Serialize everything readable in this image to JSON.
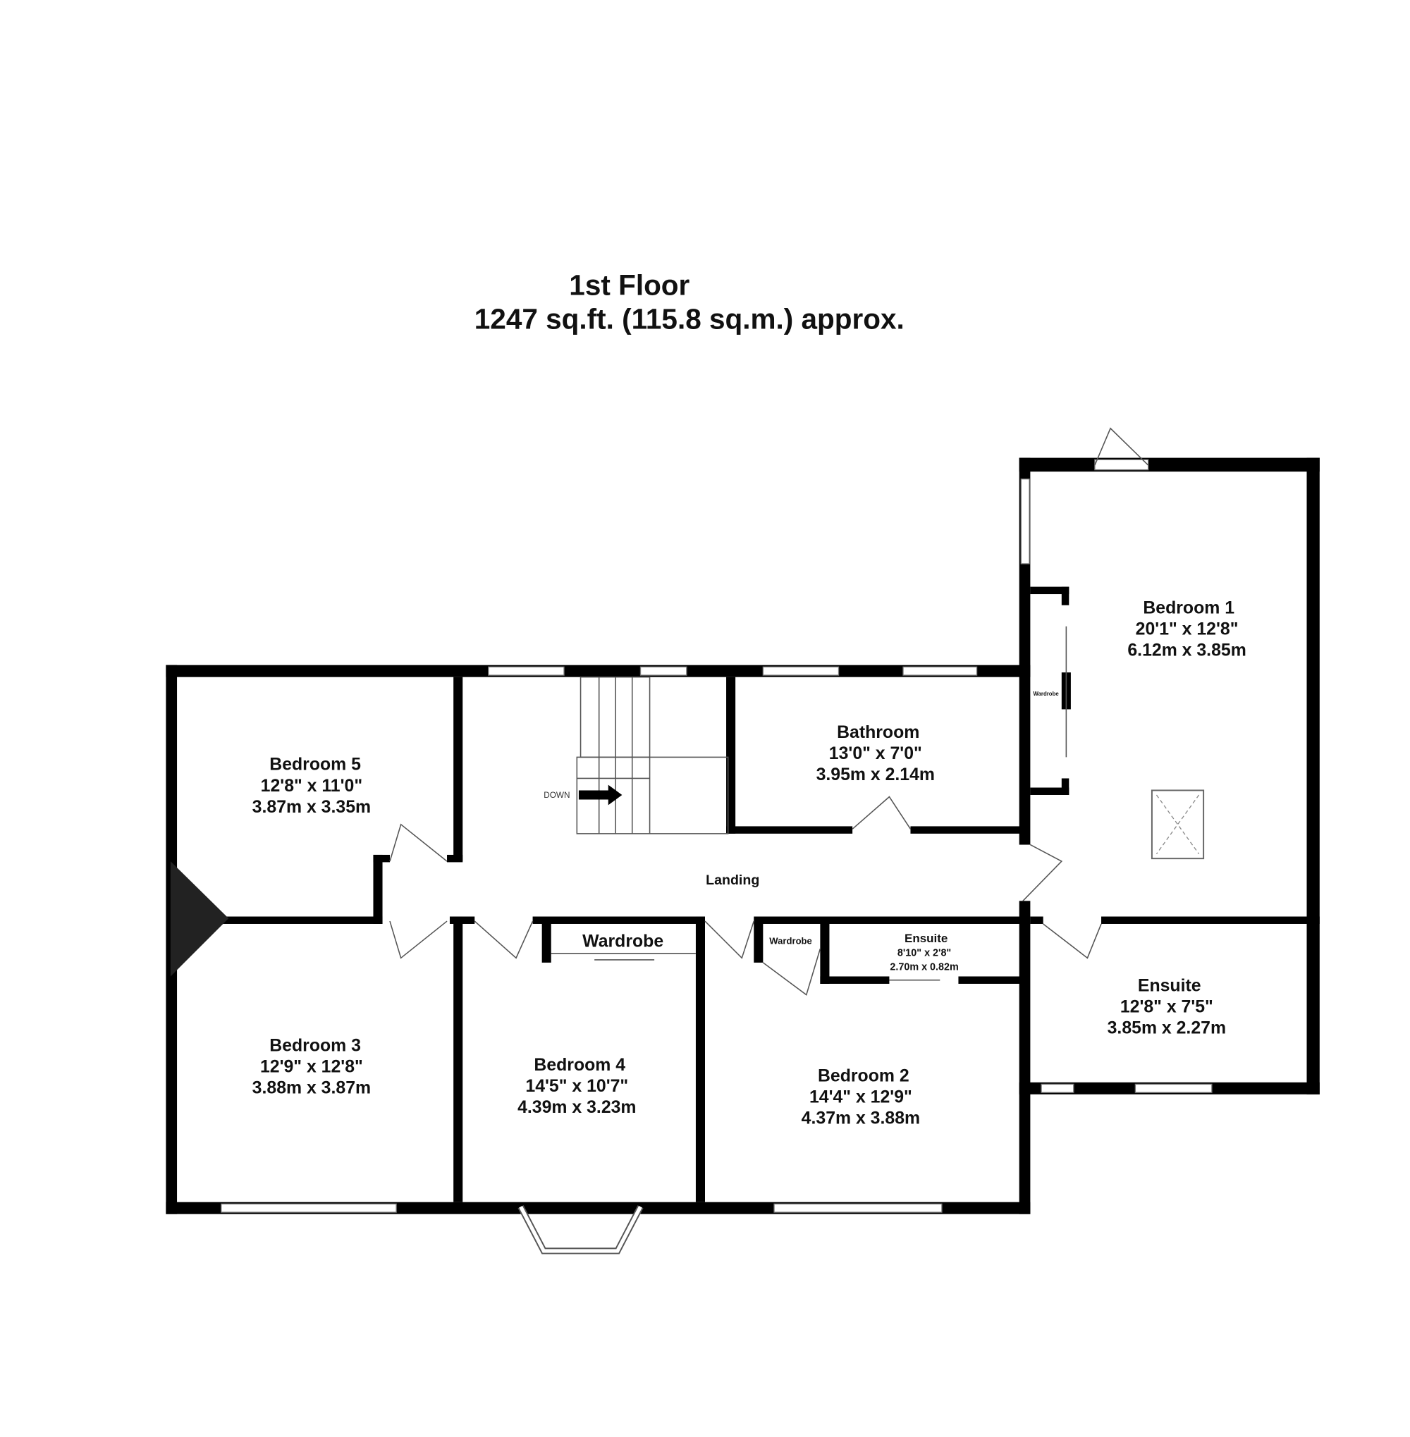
{
  "title": {
    "floor": "1st Floor",
    "area": "1247 sq.ft. (115.8 sq.m.) approx."
  },
  "rooms": [
    {
      "name": "Bedroom 1",
      "imperial": "20'1\"  x 12'8\"",
      "metric": "6.12m  x 3.85m"
    },
    {
      "name": "Bathroom",
      "imperial": "13'0\"  x 7'0\"",
      "metric": "3.95m  x 2.14m"
    },
    {
      "name": "Bedroom 5",
      "imperial": "12'8\"  x 11'0\"",
      "metric": "3.87m  x 3.35m"
    },
    {
      "name": "Bedroom 3",
      "imperial": "12'9\"  x 12'8\"",
      "metric": "3.88m  x 3.87m"
    },
    {
      "name": "Bedroom 4",
      "imperial": "14'5\"  x 10'7\"",
      "metric": "4.39m  x 3.23m"
    },
    {
      "name": "Bedroom 2",
      "imperial": "14'4\"  x 12'9\"",
      "metric": "4.37m  x 3.88m"
    },
    {
      "name": "Ensuite",
      "imperial": "8'10\"  x 2'8\"",
      "metric": "2.70m  x 0.82m"
    },
    {
      "name": "Ensuite",
      "imperial": "12'8\"  x 7'5\"",
      "metric": "3.85m  x 2.27m"
    }
  ],
  "labels": {
    "landing": "Landing",
    "down": "DOWN",
    "wardrobe_large": "Wardrobe",
    "wardrobe_small": "Wardrobe",
    "wardrobe_b1": "Wardrobe"
  }
}
